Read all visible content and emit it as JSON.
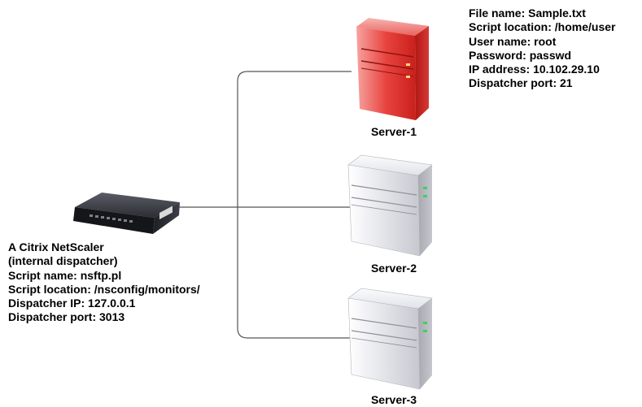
{
  "appliance": {
    "icon": "netscaler-appliance-icon",
    "lines": [
      "A Citrix NetScaler",
      "(internal dispatcher)",
      "Script name: nsftp.pl",
      "Script location: /nsconfig/monitors/",
      "Dispatcher IP: 127.0.0.1",
      "Dispatcher port: 3013"
    ]
  },
  "servers": [
    {
      "label": "Server-1",
      "icon": "server-tower-icon",
      "color": "#e8443f",
      "highlighted": true
    },
    {
      "label": "Server-2",
      "icon": "server-tower-icon",
      "color": "#dcdde4",
      "highlighted": false
    },
    {
      "label": "Server-3",
      "icon": "server-tower-icon",
      "color": "#dcdde4",
      "highlighted": false
    }
  ],
  "server_details": [
    "File name: Sample.txt",
    "Script location: /home/user",
    "User name: root",
    "Password: passwd",
    "IP address: 10.102.29.10",
    "Dispatcher port: 21"
  ]
}
